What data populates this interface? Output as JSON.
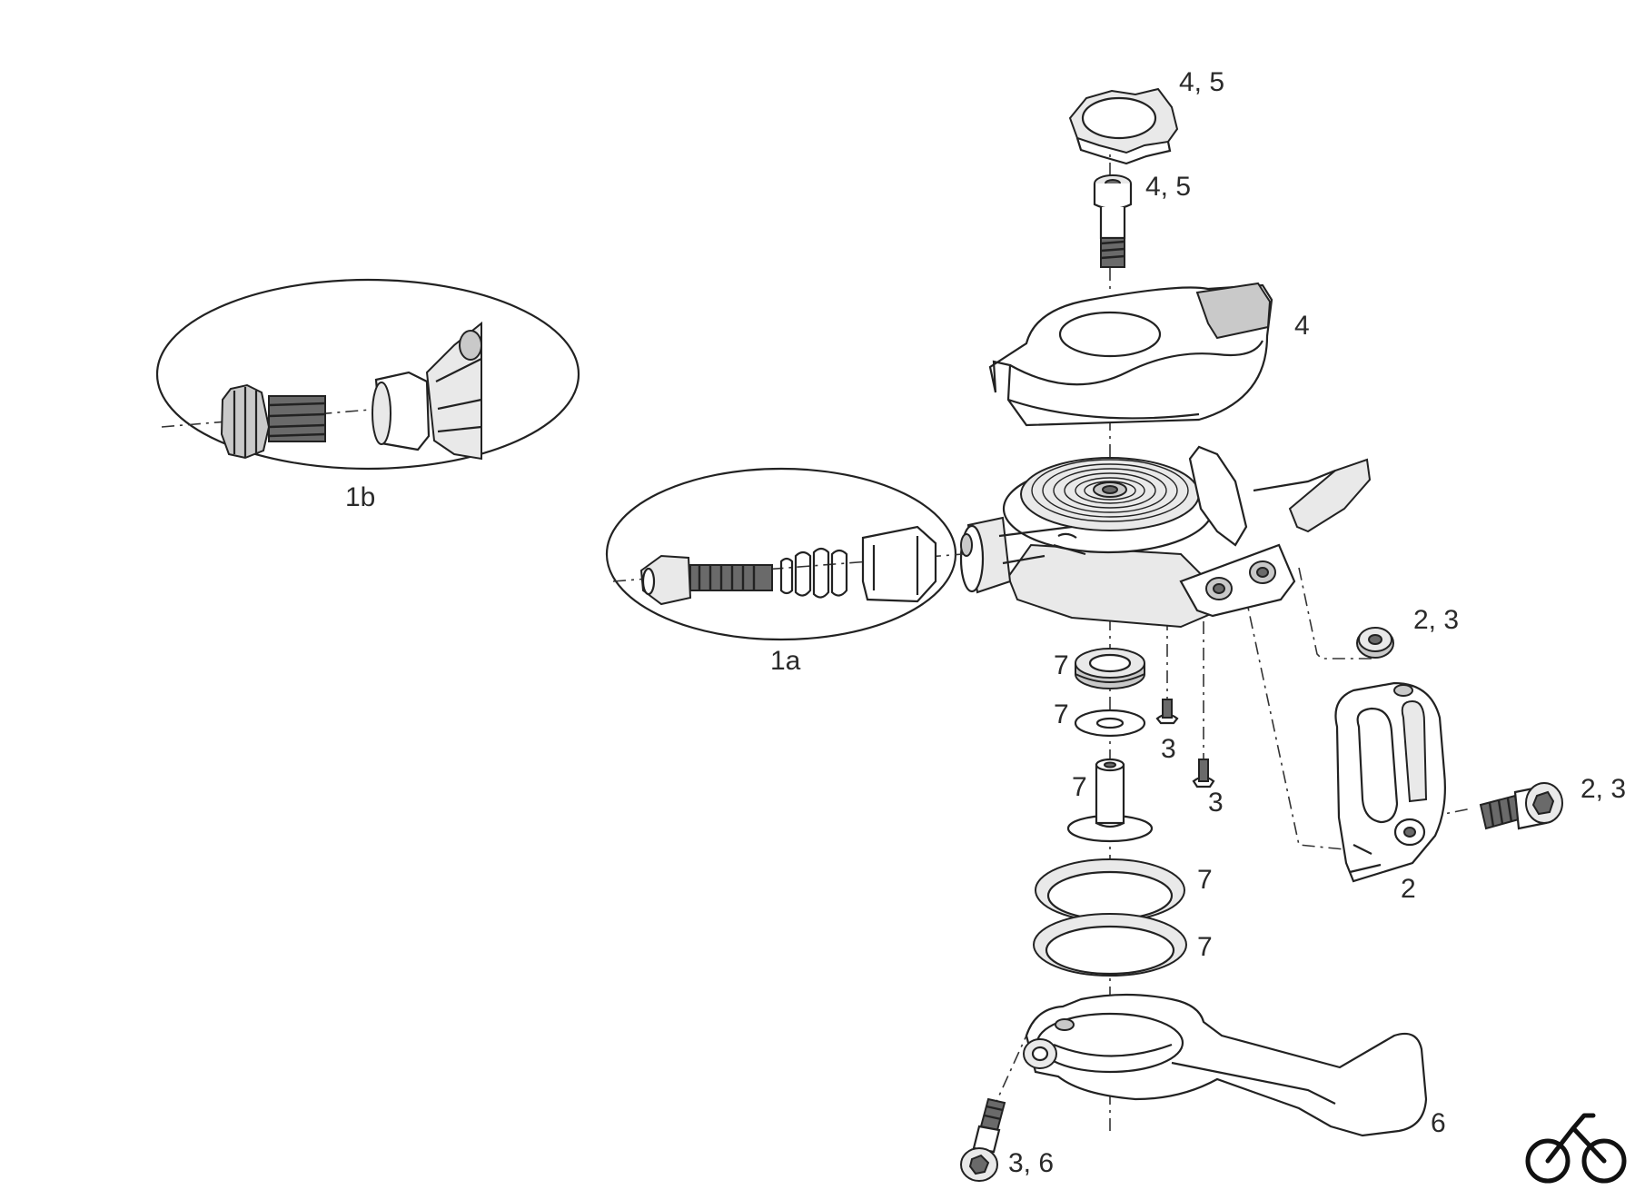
{
  "callouts": {
    "cap_nut": "4, 5",
    "cap_bolt": "4, 5",
    "cover": "4",
    "detail_1a": "1a",
    "detail_1b": "1b",
    "bearing": "7",
    "washer_small": "7",
    "sleeve": "7",
    "ring_upper": "7",
    "ring_lower": "7",
    "screw_a": "3",
    "screw_b": "3",
    "nut": "2, 3",
    "clamp": "2",
    "clamp_bolt": "2, 3",
    "lever": "6",
    "lever_bolt": "3, 6"
  },
  "colors": {
    "line": "#222222",
    "background": "#ffffff"
  },
  "icons": {
    "brand": "bicycle-icon"
  }
}
